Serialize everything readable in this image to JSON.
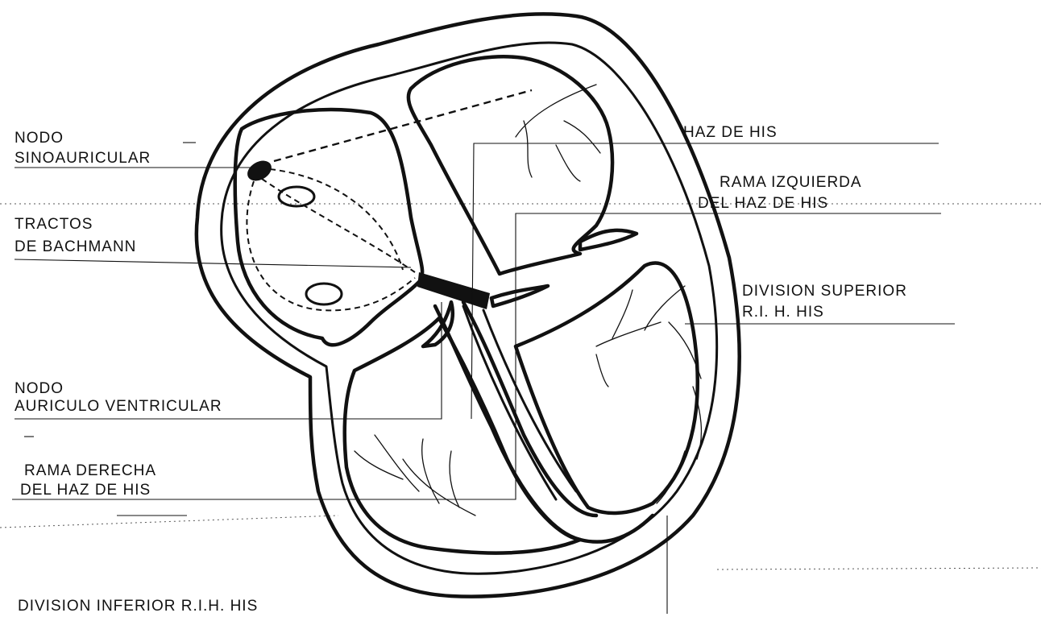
{
  "labels": {
    "nodo_sinoauricular": [
      "NODO",
      "SINOAURICULAR"
    ],
    "tractos_bachmann": [
      "TRACTOS",
      "DE  BACHMANN"
    ],
    "nodo_av": [
      "NODO",
      "AURICULO VENTRICULAR"
    ],
    "rama_derecha": [
      "RAMA  DERECHA",
      "DEL  HAZ  DE  HIS"
    ],
    "division_inferior": "DIVISION  INFERIOR   R.I.H.  HIS",
    "haz_de_his": "HAZ  DE  HIS",
    "rama_izquierda": [
      "RAMA  IZQUIERDA",
      "DEL  HAZ  DE  HIS"
    ],
    "division_superior": [
      "DIVISION  SUPERIOR",
      "R.I. H. HIS"
    ]
  }
}
